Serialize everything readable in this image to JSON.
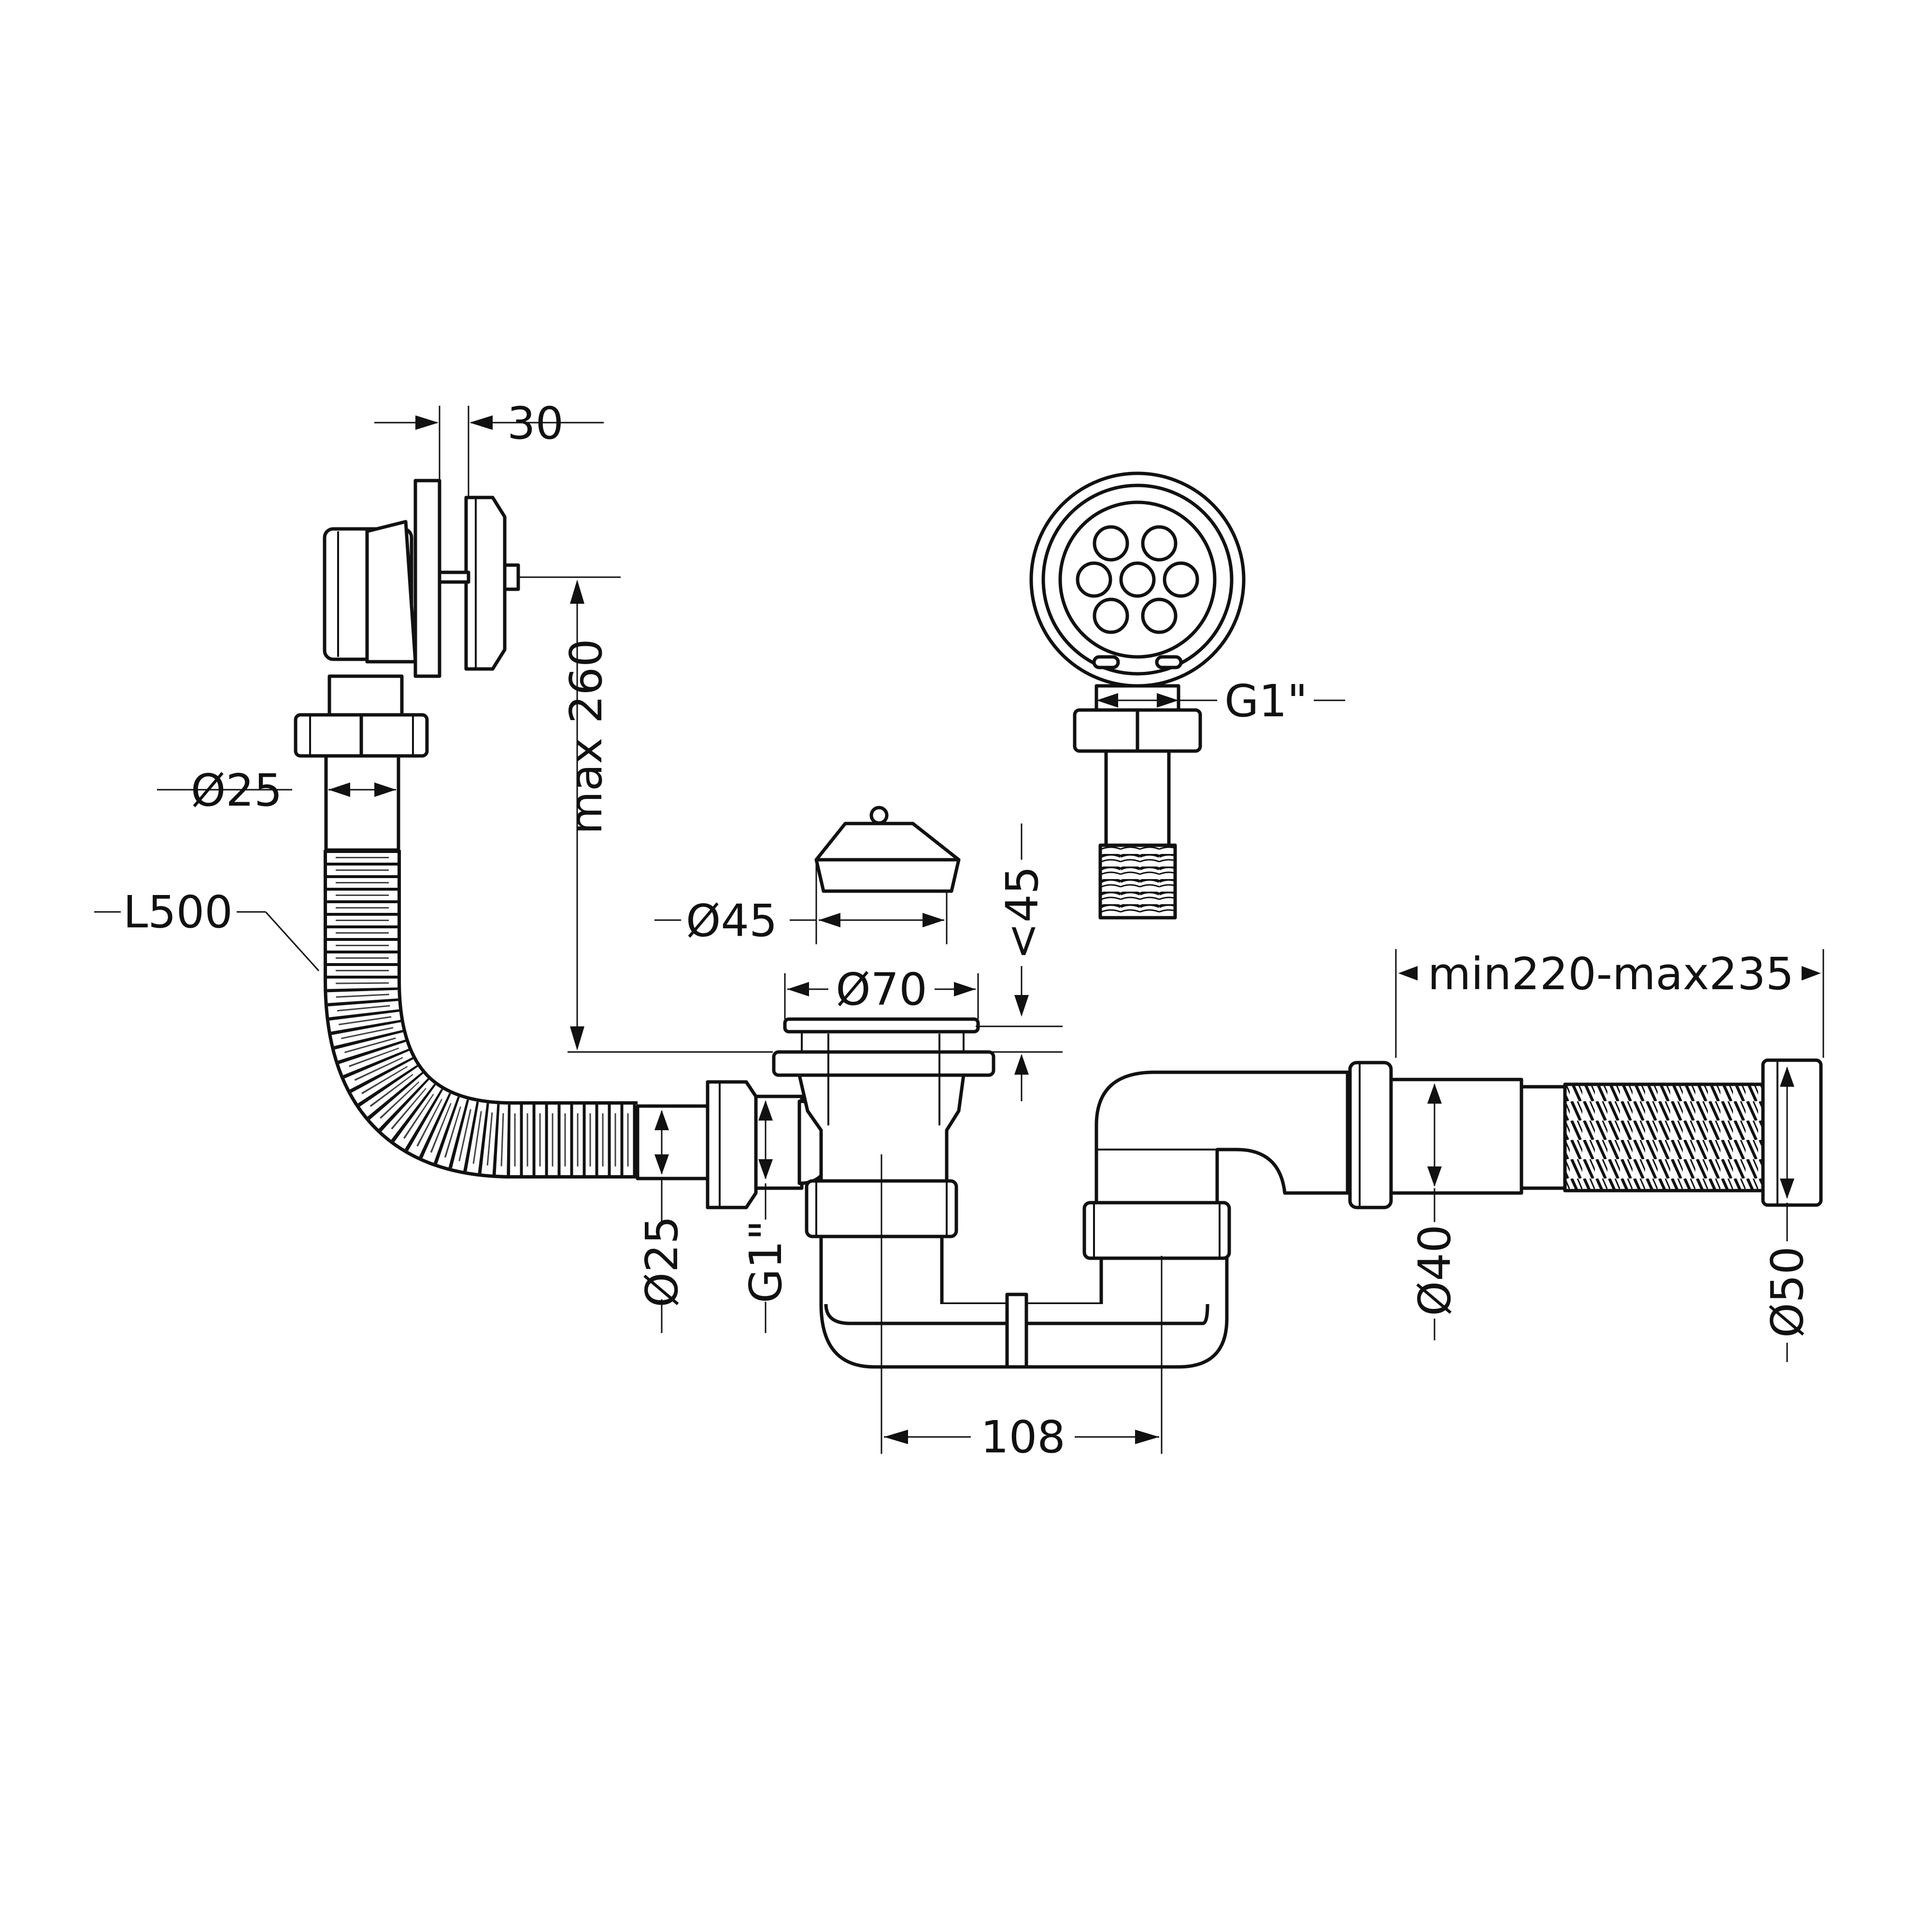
{
  "dimensions": {
    "overflow_depth": "30",
    "max_height": "max 260",
    "overflow_tube_dia": "Ø25",
    "hose_length": "L500",
    "overflow_thread": "G1\"",
    "plug_dia": "Ø45",
    "plug_depth": "<45",
    "drain_flange_dia": "Ø70",
    "inlet_dia": "Ø25",
    "inlet_thread": "G1\"",
    "trap_spacing": "108",
    "outlet_length": "min220-max235",
    "outlet_dia_inner": "Ø40",
    "outlet_dia_outer": "Ø50"
  }
}
